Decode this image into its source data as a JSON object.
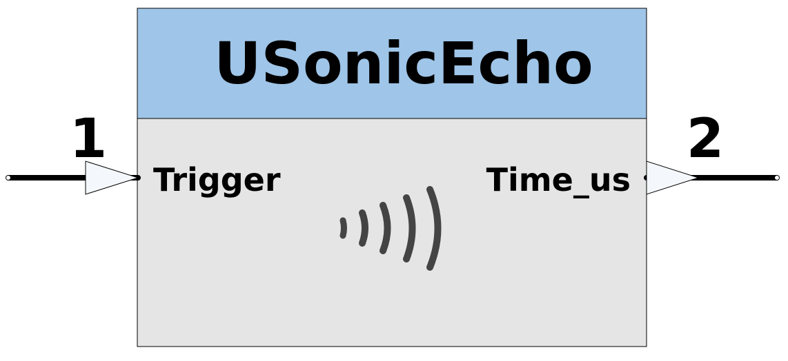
{
  "block": {
    "title": "USonicEcho",
    "header_color": "#9fc5e8",
    "body_color": "#e5e5e5",
    "border_color": "#000000",
    "icon": "ultrasonic-waves-icon",
    "icon_color": "#444444"
  },
  "ports": {
    "input": {
      "number": "1",
      "label": "Trigger",
      "arrow_color": "#f4f8fc"
    },
    "output": {
      "number": "2",
      "label": "Time_us",
      "arrow_color": "#f4f8fc"
    }
  }
}
